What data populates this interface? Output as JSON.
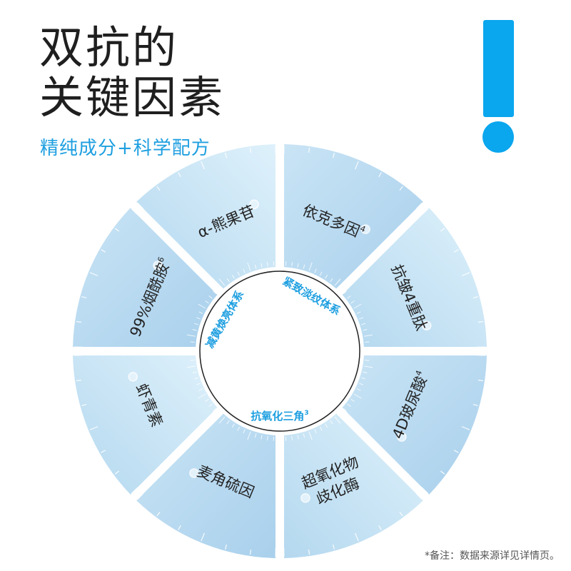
{
  "title_line1": "双抗的",
  "title_line2": "关键因素",
  "subtitle": "精纯成分+科学配方",
  "footnote": "*备注：数据来源详见详情页。",
  "segments": [
    {
      "label": "依克多因",
      "sup": "4"
    },
    {
      "label": "抗皱4重肽",
      "sup": ""
    },
    {
      "label": "4D玻尿酸",
      "sup": "4"
    },
    {
      "label": "超氧化物",
      "label2": "歧化酶",
      "sup": ""
    },
    {
      "label": "麦角硫因",
      "sup": ""
    },
    {
      "label": "虾青素",
      "sup": ""
    },
    {
      "label": "99%烟酰胺",
      "sup": "6"
    },
    {
      "label": "α-熊果苷",
      "sup": ""
    }
  ],
  "systems": [
    {
      "label": "紧致淡纹体系"
    },
    {
      "label": "抗氧化三角",
      "sup": "3"
    },
    {
      "label": "减黄焕亮体系"
    }
  ],
  "colors": {
    "accent": "#0aa6ee",
    "system_text": "#1e9fe0",
    "segment_fill_light": "#d5ecf8",
    "segment_fill_dark": "#b6d8ef",
    "segment_text": "#222222",
    "ruler": "#ffffff"
  }
}
